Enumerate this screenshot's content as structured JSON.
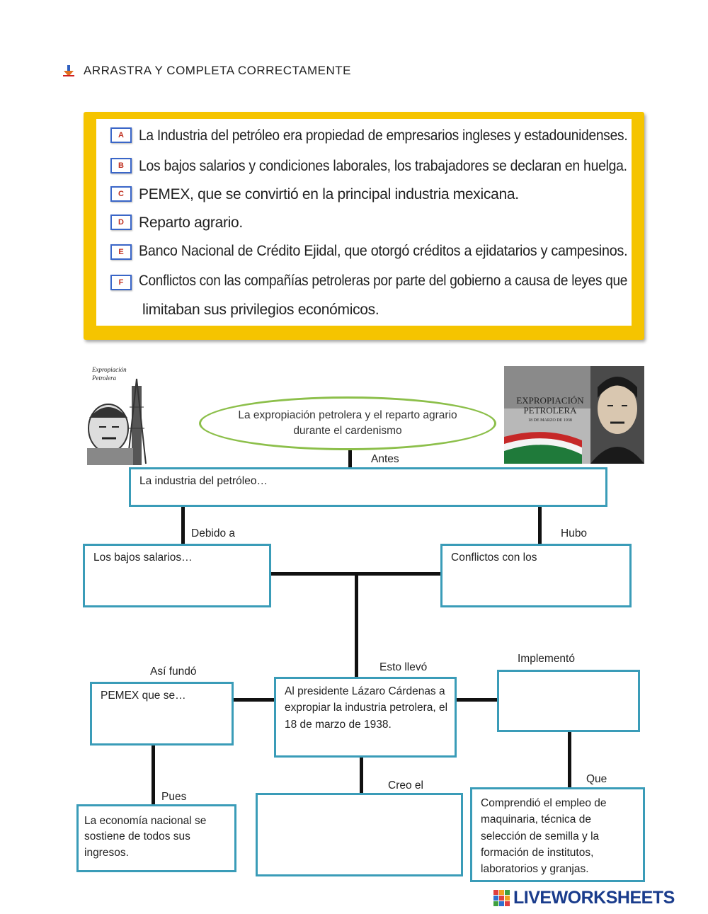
{
  "instruction": "ARRASTRA  Y COMPLETA  CORRECTAMENTE",
  "options": [
    {
      "letter": "A",
      "text": "La Industria del  petróleo era propiedad de empresarios ingleses y estadounidenses."
    },
    {
      "letter": "B",
      "text": "Los bajos salarios y condiciones laborales, los trabajadores se declaran en huelga."
    },
    {
      "letter": "C",
      "text": "PEMEX, que se convirtió en la principal industria mexicana."
    },
    {
      "letter": "D",
      "text": "Reparto agrario."
    },
    {
      "letter": "E",
      "text": "Banco Nacional de Crédito Ejidal, que otorgó créditos a ejidatarios y campesinos."
    },
    {
      "letter": "F",
      "text": "Conflictos con las compañías petroleras por parte del gobierno a causa de leyes que",
      "text2": "limitaban sus privilegios económicos."
    }
  ],
  "diagram": {
    "title": "La expropiación petrolera y el reparto agrario durante el cardenismo",
    "labels": {
      "antes": "Antes",
      "debido": "Debido a",
      "hubo": "Hubo",
      "asi_fundo": "Así fundó",
      "esto_llevo": "Esto llevó",
      "implemento": "Implementó",
      "pues": "Pues",
      "creo": "Creo  el",
      "que": "Que"
    },
    "boxes": {
      "industria": "La industria del petróleo…",
      "salarios": "Los bajos salarios…",
      "conflictos": "Conflictos con los",
      "pemex": "PEMEX  que se…",
      "presidente": "Al presidente Lázaro Cárdenas a expropiar la industria petrolera, el 18 de marzo de 1938.",
      "implemento_box": "",
      "economia": "La economía nacional se sostiene de todos sus ingresos.",
      "creo_box": "",
      "comprendio": "Comprendió el empleo de maquinaria, técnica de selección de semilla y la formación de institutos, laboratorios y granjas."
    }
  },
  "images": {
    "left_caption": "Expropiación Petrolera",
    "right_title": "EXPROPIACIÓN PETROLERA",
    "right_date": "18 DE MARZO DE 1938"
  },
  "footer": {
    "brand": "LIVEWORKSHEETS"
  }
}
